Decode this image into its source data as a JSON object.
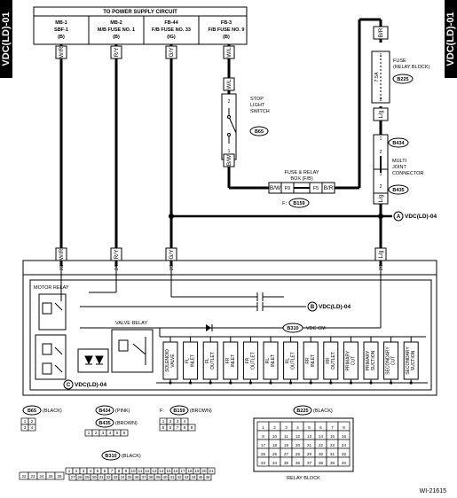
{
  "side_tab": "VDC(LD)-01",
  "power_supply": {
    "title": "TO POWER SUPPLY CIRCUIT",
    "sources": [
      {
        "l1": "MB-1",
        "l2": "SBF-1",
        "l3": "(B)",
        "wire": "W/R"
      },
      {
        "l1": "MB-2",
        "l2": "M/B FUSE NO. 1",
        "l3": "(B)",
        "wire": "R/Y"
      },
      {
        "l1": "FB-44",
        "l2": "F/B FUSE NO. 33",
        "l3": "(IG)",
        "wire": "G/Y"
      },
      {
        "l1": "FB-3",
        "l2": "F/B FUSE NO. 9",
        "l3": "(B)",
        "wire": "W/L"
      }
    ]
  },
  "fuse_relay_block": {
    "l1": "FUSE",
    "l2": "(RELAY BLOCK)",
    "ref": "B225",
    "rating": "7.5A",
    "top_wire": "B/R",
    "bottom_wire": "L/g"
  },
  "stop_light": {
    "l1": "STOP",
    "l2": "LIGHT",
    "l3": "SWITCH",
    "ref": "B65",
    "wire_in": "W/L",
    "wire_out": "B/W"
  },
  "joint": {
    "l1": "MULTI",
    "l2": "JOINT",
    "l3": "CONNECTOR",
    "ref_top": "B434",
    "ref_bottom": "B435",
    "wire": "L/g"
  },
  "fuse_box": {
    "l1": "FUSE & RELAY",
    "l2": "BOX (F/B)",
    "ref_prefix": "F:",
    "ref": "B159",
    "pin_left": "F9",
    "pin_right": "F5",
    "wire_left": "B/W",
    "wire_right": "B/R"
  },
  "refs": {
    "a": "A",
    "a_label": "VDC(LD)-04",
    "b": "B",
    "b_label": "VDC(LD)-04",
    "c": "C",
    "c_label": "VDC(LD)-04"
  },
  "module": {
    "ref": "B310",
    "name": "VDC CM",
    "pins": [
      "22",
      "24",
      "25",
      "26"
    ],
    "wires": [
      "W/R",
      "R/Y",
      "G/Y",
      "L/g"
    ],
    "motor_relay": "MOTOR RELAY",
    "valve_relay": "VALVE RELAY",
    "valves": [
      "SOLENOID VALVE",
      "FL INLET",
      "FL OUTLET",
      "FR INLET",
      "FR OUTLET",
      "RL INLET",
      "RL OUTLET",
      "RR INLET",
      "RR OUTLET",
      "PRIMARY CUT",
      "PRIMARY SUCTION",
      "SECONDARY CUT",
      "SECONDARY SUCTION"
    ]
  },
  "connectors": {
    "b65": {
      "ref": "B65",
      "color": "(BLACK)",
      "cells": [
        "1",
        "2",
        "3",
        "4"
      ]
    },
    "b434": {
      "ref": "B434",
      "color": "(PINK)"
    },
    "b435": {
      "ref": "B435",
      "color": "(BROWN)",
      "cells": [
        "1",
        "2",
        "3",
        "4",
        "5",
        "6"
      ]
    },
    "b159": {
      "prefix": "F:",
      "ref": "B159",
      "color": "(BROWN)",
      "cells": [
        "1",
        "2",
        "3",
        "4",
        "5",
        "6",
        "7",
        "8",
        "9"
      ]
    },
    "b225": {
      "ref": "B225",
      "color": "(BLACK)",
      "caption": "RELAY BLOCK",
      "cells": [
        "1",
        "2",
        "3",
        "4",
        "5",
        "6",
        "7",
        "8",
        "9",
        "10",
        "11",
        "12",
        "13",
        "14",
        "15",
        "16",
        "17",
        "18",
        "19",
        "20",
        "21",
        "22",
        "23",
        "24",
        "25",
        "26",
        "27",
        "28",
        "29",
        "30",
        "31",
        "32",
        "33",
        "34",
        "35",
        "36",
        "37",
        "38",
        "39",
        "40"
      ]
    },
    "b310": {
      "ref": "B310",
      "color": "(BLACK)",
      "left_cells": [
        "22",
        "23",
        "24",
        "25",
        "26"
      ],
      "row1": [
        "1",
        "2",
        "3",
        "4",
        "5",
        "6",
        "7",
        "8",
        "9",
        "10",
        "11",
        "12",
        "13",
        "14",
        "15",
        "16",
        "17",
        "18",
        "19",
        "20",
        "21"
      ],
      "row2": [
        "27",
        "28",
        "29",
        "30",
        "31",
        "32",
        "33",
        "34",
        "35",
        "36",
        "37",
        "38",
        "39",
        "40",
        "41",
        "42",
        "43",
        "44",
        "45",
        "46"
      ]
    }
  },
  "figure_id": "WI-21615"
}
